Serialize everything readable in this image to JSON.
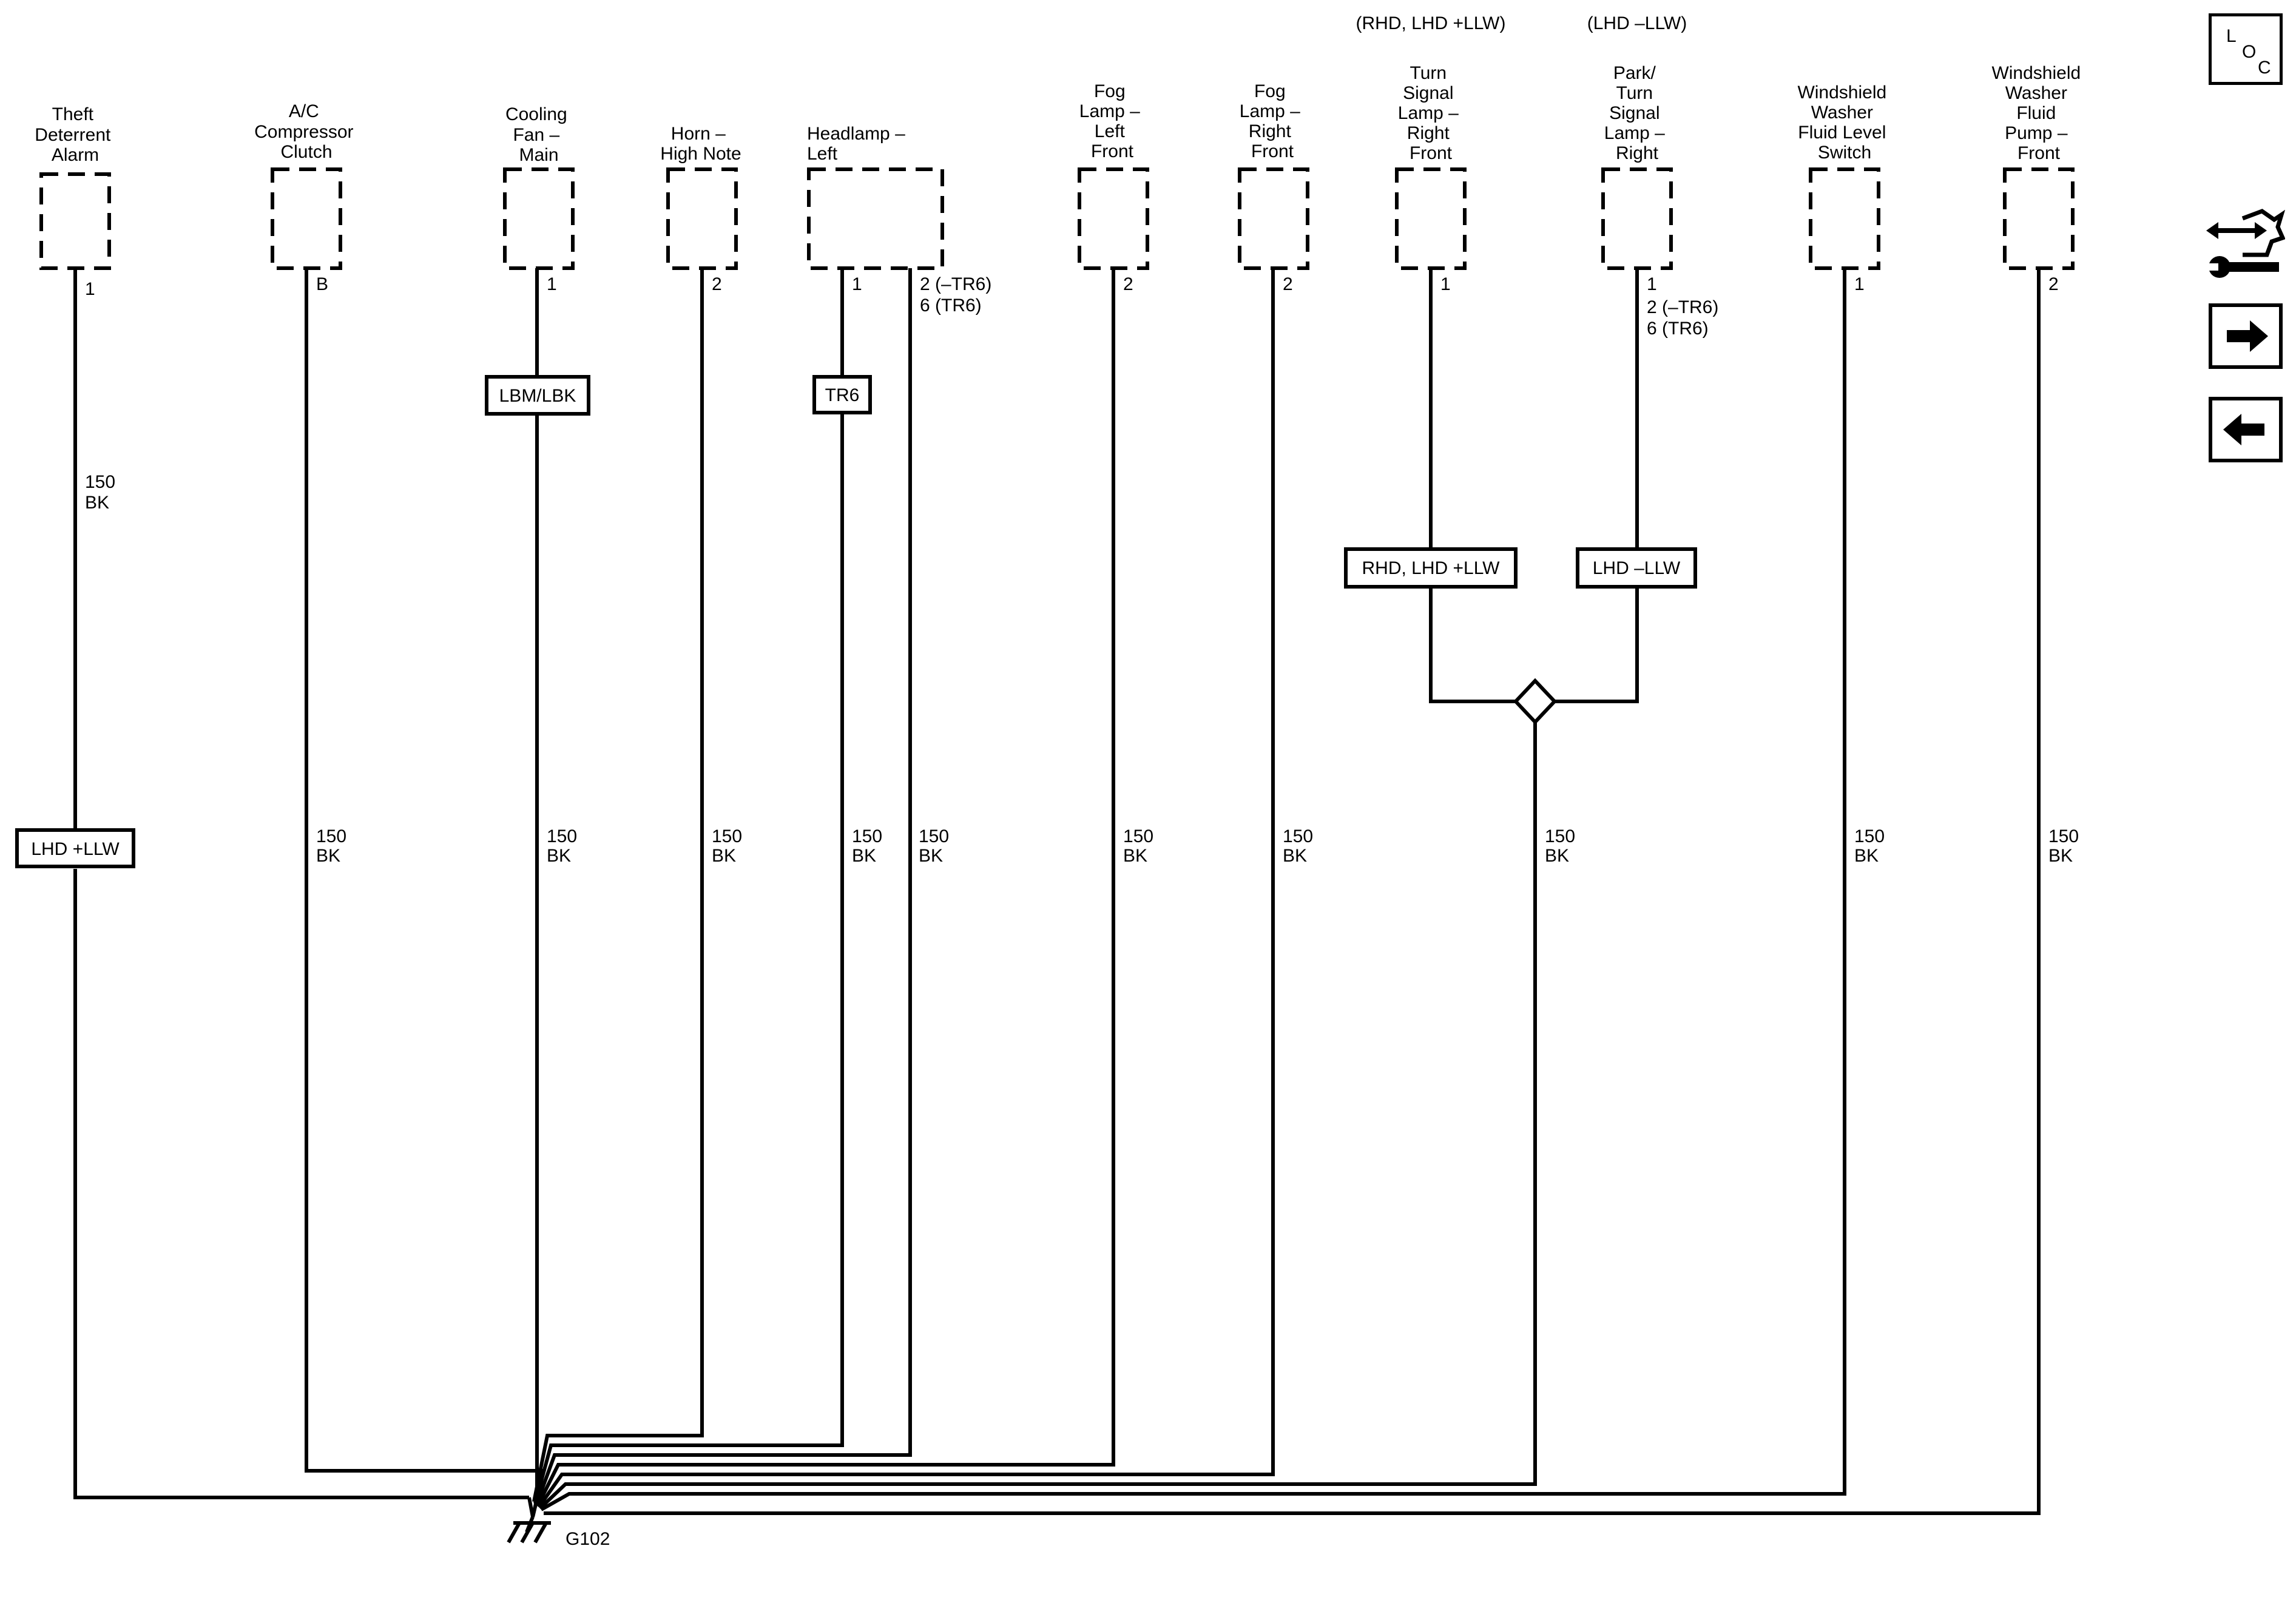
{
  "components": [
    {
      "id": "theft",
      "name": [
        "Theft",
        "Deterrent",
        "Alarm"
      ],
      "pin": "1",
      "wire": [
        "150",
        "BK"
      ],
      "option": "LHD +LLW"
    },
    {
      "id": "ac",
      "name": [
        "A/C",
        "Compressor",
        "Clutch"
      ],
      "pin": "B",
      "wire": [
        "150",
        "BK"
      ]
    },
    {
      "id": "fan",
      "name": [
        "Cooling",
        "Fan –",
        "Main"
      ],
      "pin": "1",
      "wire": [
        "150",
        "BK"
      ],
      "option": "LBM/LBK"
    },
    {
      "id": "horn",
      "name": [
        "Horn –",
        "High Note"
      ],
      "pin": "2",
      "wire": [
        "150",
        "BK"
      ]
    },
    {
      "id": "headlamp",
      "name": [
        "Headlamp –",
        "Left"
      ],
      "pins": [
        {
          "label": "1",
          "wire": [
            "150",
            "BK"
          ],
          "option": "TR6"
        },
        {
          "label": [
            "2 (–TR6)",
            "6 (TR6)"
          ],
          "wire": [
            "150",
            "BK"
          ]
        }
      ]
    },
    {
      "id": "fogleft",
      "name": [
        "Fog",
        "Lamp –",
        "Left",
        "Front"
      ],
      "pin": "2",
      "wire": [
        "150",
        "BK"
      ]
    },
    {
      "id": "fogright",
      "name": [
        "Fog",
        "Lamp –",
        "Right",
        "Front"
      ],
      "pin": "2",
      "wire": [
        "150",
        "BK"
      ]
    },
    {
      "id": "turnsignal",
      "name": [
        "Turn",
        "Signal",
        "Lamp –",
        "Right",
        "Front"
      ],
      "variant": "(RHD, LHD +LLW)",
      "pin": "1",
      "option": "RHD, LHD +LLW"
    },
    {
      "id": "parkturn",
      "name": [
        "Park/",
        "Turn",
        "Signal",
        "Lamp –",
        "Right"
      ],
      "variant": "(LHD –LLW)",
      "pin": [
        "1",
        "2 (–TR6)",
        "6 (TR6)"
      ],
      "option": "LHD –LLW"
    },
    {
      "id": "washerswitch",
      "name": [
        "Windshield",
        "Washer",
        "Fluid Level",
        "Switch"
      ],
      "pin": "1",
      "wire": [
        "150",
        "BK"
      ]
    },
    {
      "id": "washerpump",
      "name": [
        "Windshield",
        "Washer",
        "Fluid",
        "Pump –",
        "Front"
      ],
      "pin": "2",
      "wire": [
        "150",
        "BK"
      ]
    }
  ],
  "splice_wire": [
    "150",
    "BK"
  ],
  "ground": "G102",
  "loc_button": {
    "letters": [
      "L",
      "O",
      "C"
    ]
  },
  "nav": {
    "wiring_icon": "harness-wrench-icon",
    "forward_icon": "arrow-right-icon",
    "back_icon": "arrow-left-icon"
  }
}
